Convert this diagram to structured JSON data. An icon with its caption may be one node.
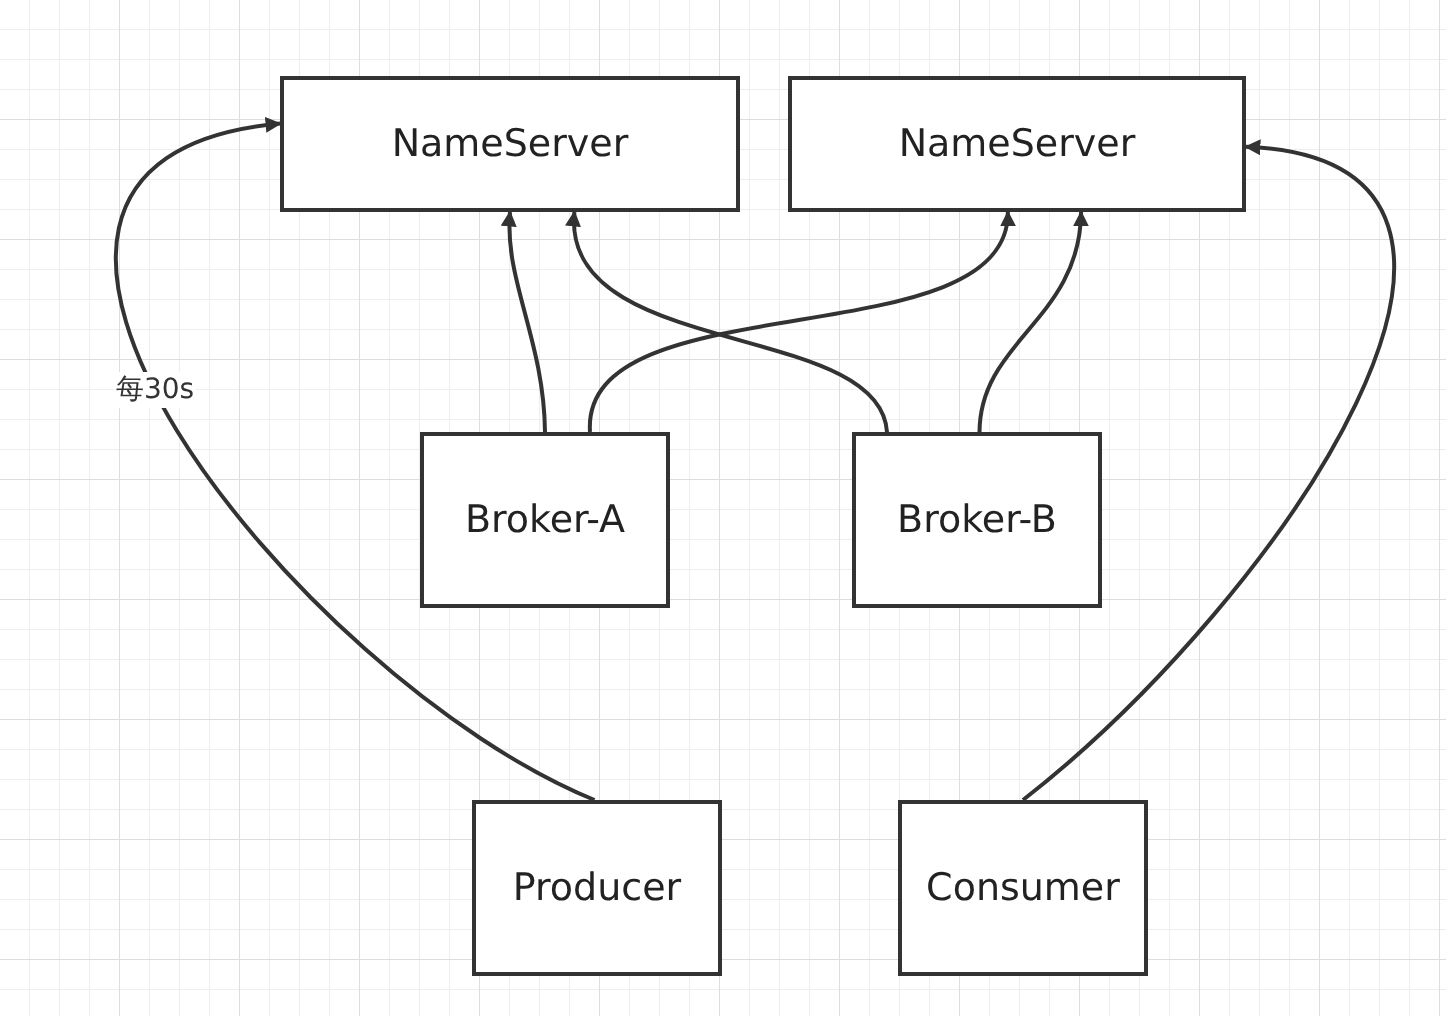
{
  "diagram": {
    "nodes": [
      {
        "text": [
          "NameServer"
        ]
      },
      {
        "text": [
          "NameServer"
        ]
      },
      {
        "text": [
          "Broker-A"
        ]
      },
      {
        "text": [
          "Broker-B"
        ]
      },
      {
        "text": [
          "Producer"
        ]
      },
      {
        "text": [
          "Consumer"
        ]
      }
    ],
    "edges": [
      {
        "from": 2,
        "to": 0,
        "arrow": "to"
      },
      {
        "from": 2,
        "to": 1,
        "arrow": "to"
      },
      {
        "from": 3,
        "to": 0,
        "arrow": "to"
      },
      {
        "from": 3,
        "to": 1,
        "arrow": "to"
      },
      {
        "from": 4,
        "to": 0,
        "arrow": "to",
        "label": "每30s"
      },
      {
        "from": 5,
        "to": 1,
        "arrow": "to"
      }
    ]
  }
}
